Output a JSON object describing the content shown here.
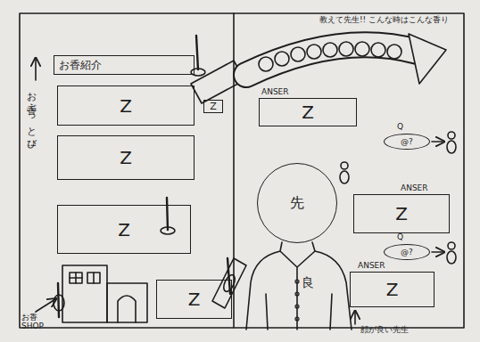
{
  "diagram": {
    "nodes": [
      {
        "text": [
          "お香紹介"
        ]
      },
      {
        "text": [
          "Z"
        ]
      },
      {
        "text": [
          "Z"
        ]
      },
      {
        "text": [
          "Z"
        ]
      },
      {
        "text": [
          "Z"
        ]
      },
      {
        "text": [
          "Z"
        ]
      },
      {
        "text": [
          "ANSER",
          "Z"
        ]
      },
      {
        "text": [
          "Q",
          "@?"
        ]
      },
      {
        "text": [
          "先"
        ]
      },
      {
        "text": [
          "ANSER",
          "Z"
        ]
      },
      {
        "text": [
          "Q",
          "@?"
        ]
      },
      {
        "text": [
          "ANSER",
          "Z"
        ]
      },
      {
        "text": [
          "良"
        ]
      }
    ],
    "labels": [
      "教えて先生!! こんな時はこんな香り",
      "お香ぶっとび!",
      "お香 SHOP",
      "顔が良い先生"
    ]
  }
}
